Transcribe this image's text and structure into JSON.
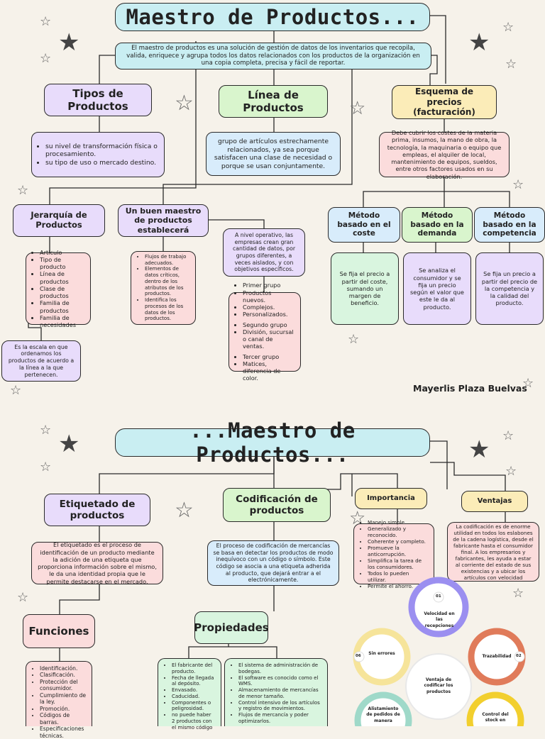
{
  "page1": {
    "title": "Maestro de Productos...",
    "intro": "El maestro de productos es una solución de gestión de datos de los inventarios que recopila, valida, enriquece y agrupa todos los datos relacionados con los productos de la organización en una copia completa, precisa y fácil de reportar.",
    "tipos": {
      "heading": "Tipos de Productos",
      "items": [
        "su nivel de transformación física o procesamiento.",
        "su tipo de uso o mercado destino."
      ]
    },
    "linea": {
      "heading": "Línea de Productos",
      "text": "grupo de artículos estrechamente relacionados, ya sea porque satisfacen una clase de necesidad o porque se usan conjuntamente."
    },
    "esquema": {
      "heading": "Esquema de precios (facturación)",
      "text": "Debe cubrir los costes de la materia prima, insumos, la mano de obra, la tecnología, la maquinaria o equipo que empleas, el alquiler de local, mantenimiento de equipos, sueldos, entre otros factores usados en su elaboración."
    },
    "jerarquia": {
      "heading": "Jerarquía de Productos",
      "items": [
        "Artículo",
        "Tipo de producto",
        "Línea de productos",
        "Clase de productos",
        "Familia de productos",
        "Familia de necesidades"
      ],
      "note": "Es la escala en que ordenamos los productos de acuerdo a la línea a la que pertenecen."
    },
    "buen": {
      "heading": "Un buen maestro de productos establecerá",
      "items": [
        "Flujos de trabajo adecuados.",
        "Elementos de datos críticos, dentro de los atributos de los productos.",
        "Identifica los procesos de los datos de los productos."
      ]
    },
    "operativo": {
      "text": "A nivel operativo, las empresas crean gran cantidad de datos, por grupos diferentes, a veces aislados, y con objetivos específicos.",
      "groups": [
        [
          "Primer grupo",
          "Productos nuevos.",
          "Complejos.",
          "Personalizados."
        ],
        [
          "Segundo grupo",
          "División, sucursal o canal de ventas."
        ],
        [
          "Tercer grupo",
          "Matices, diferencia de color."
        ]
      ]
    },
    "metodos": [
      {
        "heading": "Método basado en el coste",
        "text": "Se fija el precio a partir del coste, sumando un margen de beneficio."
      },
      {
        "heading": "Método basado en la demanda",
        "text": "Se analiza el consumidor y se fija un precio según el valor que este le da al producto."
      },
      {
        "heading": "Método basado en la competencia",
        "text": "Se fija un precio a partir del precio de la competencia y la calidad del producto."
      }
    ],
    "author": "Mayerlis Plaza Buelvas"
  },
  "page2": {
    "title": "...Maestro de Productos...",
    "etiquetado": {
      "heading": "Etiquetado de productos",
      "text": "El etiquetado es el proceso de identificación de un producto mediante la adición de una etiqueta que proporciona información sobre el mismo, le da una identidad propia que le permite destacarse en el mercado."
    },
    "codificacion": {
      "heading": "Codificación de productos",
      "text": "El proceso de codificación de mercancías se basa en detectar los productos de modo inequívoco con un código o símbolo. Este código se asocia a una etiqueta adherida al producto, que dejará entrar a el electrónicamente."
    },
    "importancia": {
      "heading": "Importancia",
      "items": [
        "Manejo simple.",
        "Generalizado y reconocido.",
        "Coherente y completo.",
        "Promueve la anticorrupción.",
        "Simplifica la tarea de los consumidores.",
        "Todos lo pueden utilizar.",
        "Permite el ahorro."
      ]
    },
    "ventajas": {
      "heading": "Ventajas",
      "text": "La codificación es de enorme utilidad en todos los eslabones de la cadena logística, desde el fabricante hasta el consumidor final. A los empresarios y fabricantes, les ayuda a estar al corriente del estado de sus existencias y a ubicar los artículos con velocidad"
    },
    "funciones": {
      "heading": "Funciones",
      "items": [
        "Identificación.",
        "Clasificación.",
        "Protección del consumidor.",
        "Cumplimiento de la ley.",
        "Promoción.",
        "Códigos de barras.",
        "Especificaciones técnicas."
      ]
    },
    "propiedades": {
      "heading": "Propiedades",
      "left": [
        "El fabricante del producto.",
        "Fecha de llegada al depósito.",
        "Envasado.",
        "Caducidad.",
        "Componentes o peligrosidad.",
        "no puede haber 2 productos con el mismo código"
      ],
      "right": [
        "El sistema de administración de bodegas.",
        "El software es conocido como el WMS.",
        "Almacenamiento de mercancías de menor tamaño.",
        "Control intensivo de los artículos y registro de movimientos.",
        "Flujos de mercancía y poder optimizarlos."
      ]
    },
    "wheel": {
      "center": "Ventaja de codificar los productos",
      "segments": [
        {
          "num": "01",
          "label": "Velocidad en las recepciones",
          "color": "#9b8ff0"
        },
        {
          "num": "02",
          "label": "Trazabilidad",
          "color": "#e07b5a"
        },
        {
          "num": "",
          "label": "Control del stock en",
          "color": "#f2cf2e"
        },
        {
          "num": "",
          "label": "Alistamiento de pedidos de manera",
          "color": "#9fd9c9"
        },
        {
          "num": "06",
          "label": "Sin errores",
          "color": "#f6e49a"
        }
      ]
    }
  }
}
